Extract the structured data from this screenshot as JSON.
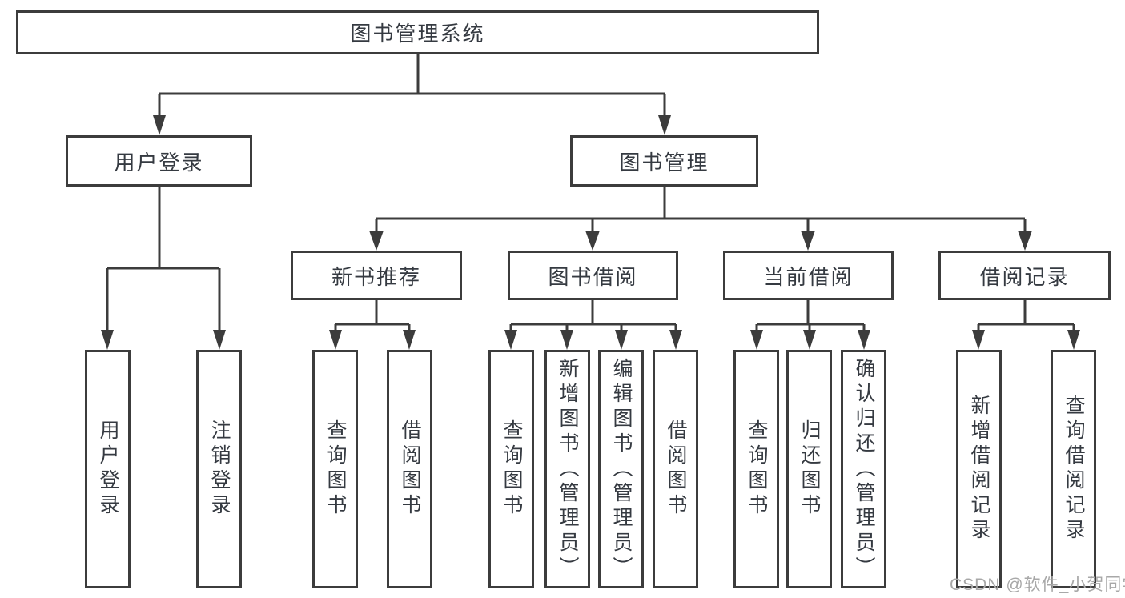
{
  "page": {
    "background": "#ffffff"
  },
  "colors": {
    "line": "#3c3c3c",
    "box_border": "#3c3c3c",
    "text": "#353a41",
    "watermark": "#a8a8a8"
  },
  "tree": {
    "root": {
      "label": "图书管理系统"
    },
    "branches": [
      {
        "label": "用户登录",
        "children": [
          {
            "label": "用户登录"
          },
          {
            "label": "注销登录"
          }
        ]
      },
      {
        "label": "图书管理",
        "children": [
          {
            "label": "新书推荐",
            "children": [
              {
                "label": "查询图书"
              },
              {
                "label": "借阅图书"
              }
            ]
          },
          {
            "label": "图书借阅",
            "children": [
              {
                "label": "查询图书"
              },
              {
                "label": "新增图书（管理员）"
              },
              {
                "label": "编辑图书（管理员）"
              },
              {
                "label": "借阅图书"
              }
            ]
          },
          {
            "label": "当前借阅",
            "children": [
              {
                "label": "查询图书"
              },
              {
                "label": "归还图书"
              },
              {
                "label": "确认归还（管理员）"
              }
            ]
          },
          {
            "label": "借阅记录",
            "children": [
              {
                "label": "新增借阅记录"
              },
              {
                "label": "查询借阅记录"
              }
            ]
          }
        ]
      }
    ]
  },
  "watermark": {
    "text": "CSDN @软件_小贺同学"
  }
}
